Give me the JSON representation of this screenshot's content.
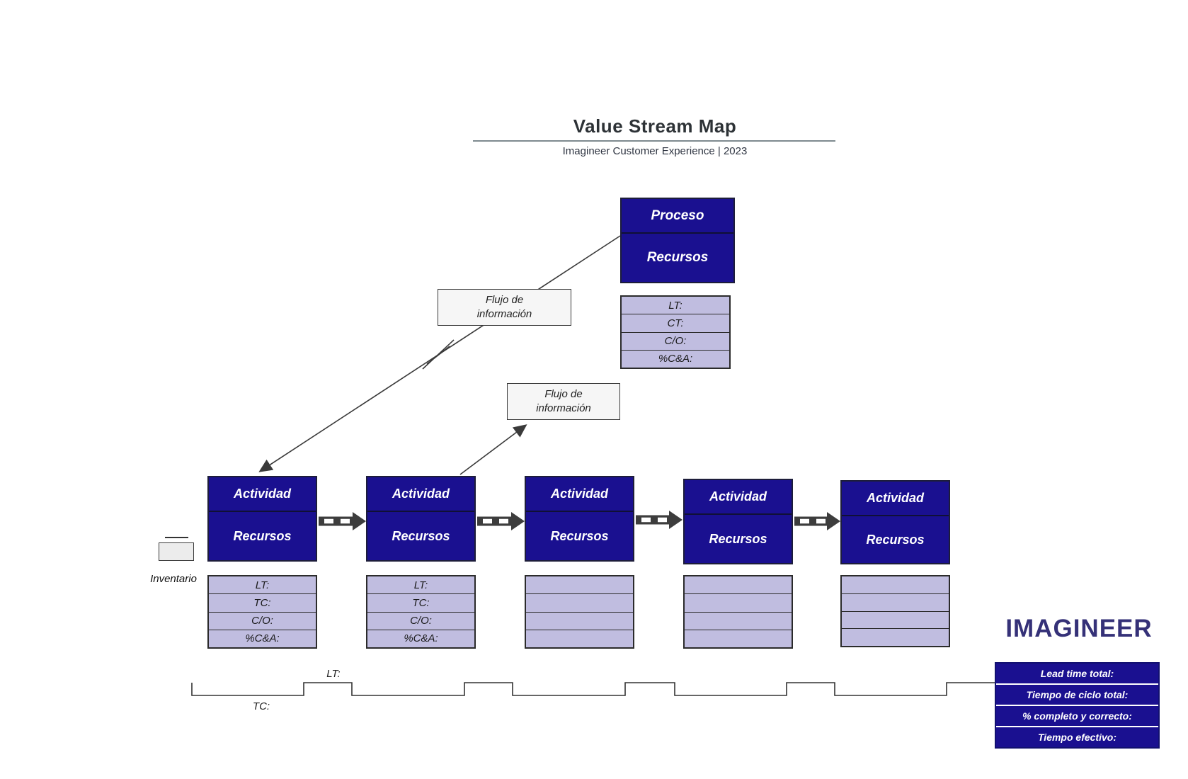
{
  "header": {
    "title": "Value Stream Map",
    "subtitle": "Imagineer Customer Experience  |  2023"
  },
  "process": {
    "title": "Proceso",
    "resources": "Recursos",
    "metrics": [
      "LT:",
      "CT:",
      "C/O:",
      "%C&A:"
    ]
  },
  "info_flows": [
    {
      "label": "Flujo de información"
    },
    {
      "label": "Flujo de información"
    }
  ],
  "activities": [
    {
      "title": "Actividad",
      "resources": "Recursos",
      "metrics": [
        "LT:",
        "TC:",
        "C/O:",
        "%C&A:"
      ]
    },
    {
      "title": "Actividad",
      "resources": "Recursos",
      "metrics": [
        "LT:",
        "TC:",
        "C/O:",
        "%C&A:"
      ]
    },
    {
      "title": "Actividad",
      "resources": "Recursos",
      "metrics": [
        "",
        "",
        "",
        ""
      ]
    },
    {
      "title": "Actividad",
      "resources": "Recursos",
      "metrics": [
        "",
        "",
        "",
        ""
      ]
    },
    {
      "title": "Actividad",
      "resources": "Recursos",
      "metrics": [
        "",
        "",
        "",
        ""
      ]
    }
  ],
  "inventory": {
    "label": "Inventario"
  },
  "timeline": {
    "lt_label": "LT:",
    "tc_label": "TC:"
  },
  "brand": "IMAGINEER",
  "totals": {
    "rows": [
      "Lead time total:",
      "Tiempo de ciclo total:",
      "% completo y correcto:",
      "Tiempo efectivo:"
    ]
  },
  "colors": {
    "box_navy": "#1a1090",
    "table_lavender": "#c0bde0",
    "connector_dark": "#3a3a3a",
    "logo_indigo": "#353178"
  }
}
